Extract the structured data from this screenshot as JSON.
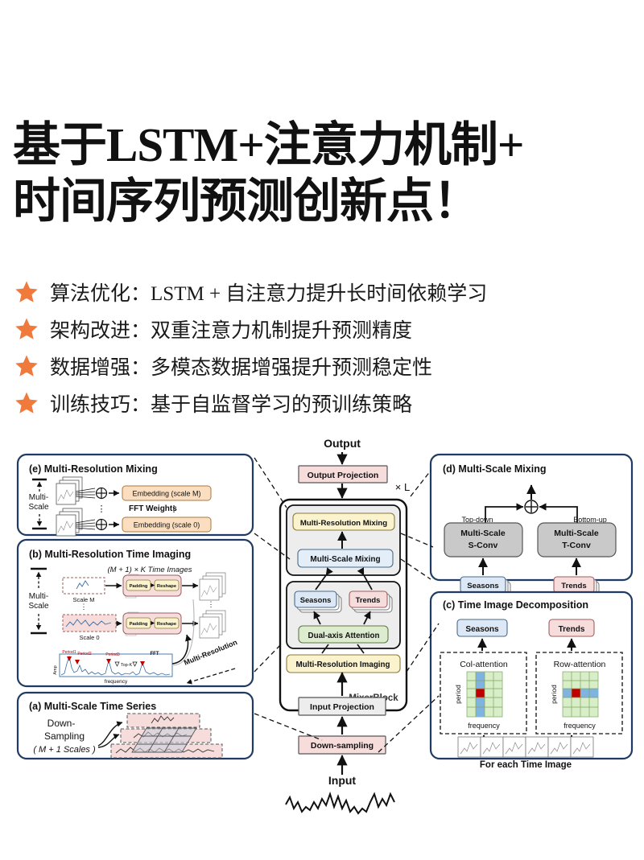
{
  "title": {
    "line1": "基于LSTM+注意力机制+",
    "line2": "时间序列预测创新点！"
  },
  "accent_colors": {
    "star": "#F0793C",
    "panel_border": "#1F3B63",
    "pink": "#F7DCDC",
    "yellow": "#FAF3CE",
    "blue": "#DCE8F5",
    "green": "#DDEBCE",
    "orange": "#FBDEC0",
    "gray": "#C9C9C9",
    "red_cell": "#C00000",
    "blue_cell": "#7FB3E0",
    "green_cell": "#D8EEC8"
  },
  "bullets": [
    {
      "icon": "star-icon",
      "label": "算法优化：",
      "text": "LSTM + 自注意力提升长时间依赖学习"
    },
    {
      "icon": "star-icon",
      "label": "架构改进：",
      "text": "双重注意力机制提升预测精度"
    },
    {
      "icon": "star-icon",
      "label": "数据增强：",
      "text": "多模态数据增强提升预测稳定性"
    },
    {
      "icon": "star-icon",
      "label": "训练技巧：",
      "text": "基于自监督学习的预训练策略"
    }
  ],
  "figure": {
    "center": {
      "output_label": "Output",
      "output_projection": "Output Projection",
      "repeat_label": "× L",
      "multi_resolution_mixing": "Multi-Resolution Mixing",
      "multi_scale_mixing": "Multi-Scale Mixing",
      "seasons": "Seasons",
      "trends": "Trends",
      "dual_axis_attention": "Dual-axis Attention",
      "multi_resolution_imaging": "Multi-Resolution Imaging",
      "mixerblock": "MixerBlock",
      "input_projection": "Input Projection",
      "down_sampling": "Down-sampling",
      "input_label": "Input"
    },
    "panel_e": {
      "title": "(e) Multi-Resolution Mixing",
      "axis_label_1": "Multi-",
      "axis_label_2": "Scale",
      "fft_weights": "FFT Weights",
      "embedding_top": "Embedding (scale M)",
      "embedding_bottom": "Embedding (scale 0)",
      "plus": "⊕",
      "ellipsis": "⋮"
    },
    "panel_b": {
      "title": "(b) Multi-Resolution Time Imaging",
      "axis_label_1": "Multi-",
      "axis_label_2": "Scale",
      "time_images": "(M + 1) × K  Time Images",
      "scale_m": "Scale M",
      "scale_0": "Scale 0",
      "padding": "Padding",
      "reshape": "Reshape",
      "multi_resolution": "Multi-Resolution",
      "fft": "FFT",
      "topk": "Top-K",
      "amp": "Amp",
      "frequency": "frequency",
      "periods": [
        "Period1",
        "Period2",
        "Period3"
      ]
    },
    "panel_a": {
      "title": "(a) Multi-Scale Time Series",
      "line1": "Down-",
      "line2": "Sampling",
      "line3": "( M + 1 Scales )"
    },
    "panel_d": {
      "title": "(d) Multi-Scale Mixing",
      "top_down": "Top-down",
      "bottom_up": "Bottom-up",
      "s_conv_line1": "Multi-Scale",
      "s_conv_line2": "S-Conv",
      "t_conv_line1": "Multi-Scale",
      "t_conv_line2": "T-Conv",
      "seasons": "Seasons",
      "trends": "Trends",
      "plus": "⊕"
    },
    "panel_c": {
      "title": "(c) Time Image Decomposition",
      "seasons": "Seasons",
      "trends": "Trends",
      "col_attention": "Col-attention",
      "row_attention": "Row-attention",
      "period": "period",
      "frequency": "frequency",
      "footer": "For each Time Image"
    }
  }
}
